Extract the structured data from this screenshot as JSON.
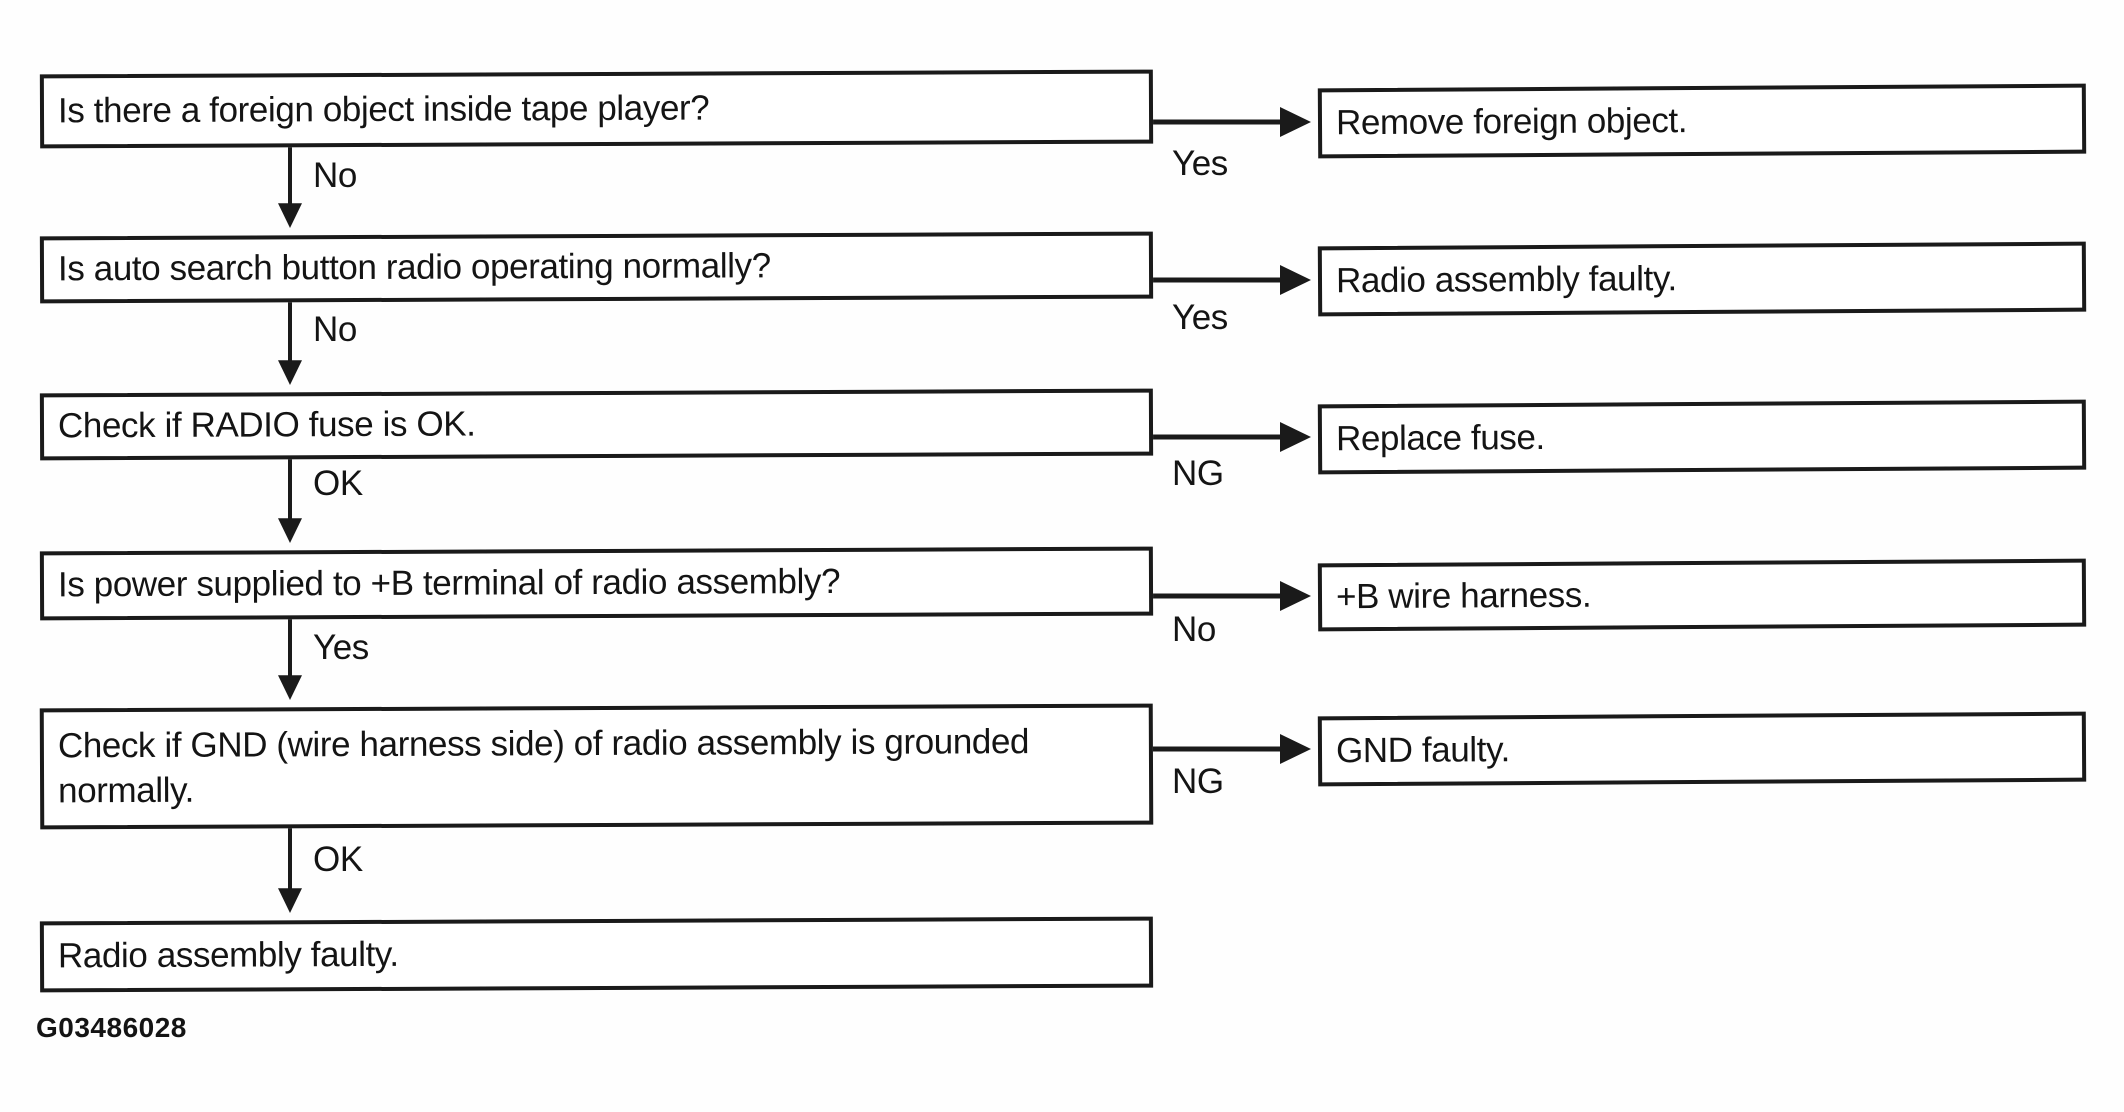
{
  "figure": {
    "code": "G03486028",
    "kind": "tape-player-radio-troubleshooting-flowchart",
    "colors": {
      "background": "#fefefe",
      "line": "#1a1a1a",
      "box_fill": "#ffffff",
      "text": "#141414"
    }
  },
  "flow": {
    "steps": [
      {
        "question": "Is there a foreign object inside tape player?",
        "branch_label": "Yes",
        "branch_result": "Remove foreign object.",
        "continue_label": "No"
      },
      {
        "question": "Is auto search button radio operating normally?",
        "branch_label": "Yes",
        "branch_result": "Radio assembly faulty.",
        "continue_label": "No"
      },
      {
        "question": "Check if RADIO fuse is OK.",
        "branch_label": "NG",
        "branch_result": "Replace fuse.",
        "continue_label": "OK"
      },
      {
        "question": "Is power supplied to +B terminal of radio assembly?",
        "branch_label": "No",
        "branch_result": "+B wire harness.",
        "continue_label": "Yes"
      },
      {
        "question": "Check if GND (wire harness side) of radio assembly is grounded normally.",
        "branch_label": "NG",
        "branch_result": "GND faulty.",
        "continue_label": "OK"
      }
    ],
    "final_result": "Radio assembly faulty."
  }
}
